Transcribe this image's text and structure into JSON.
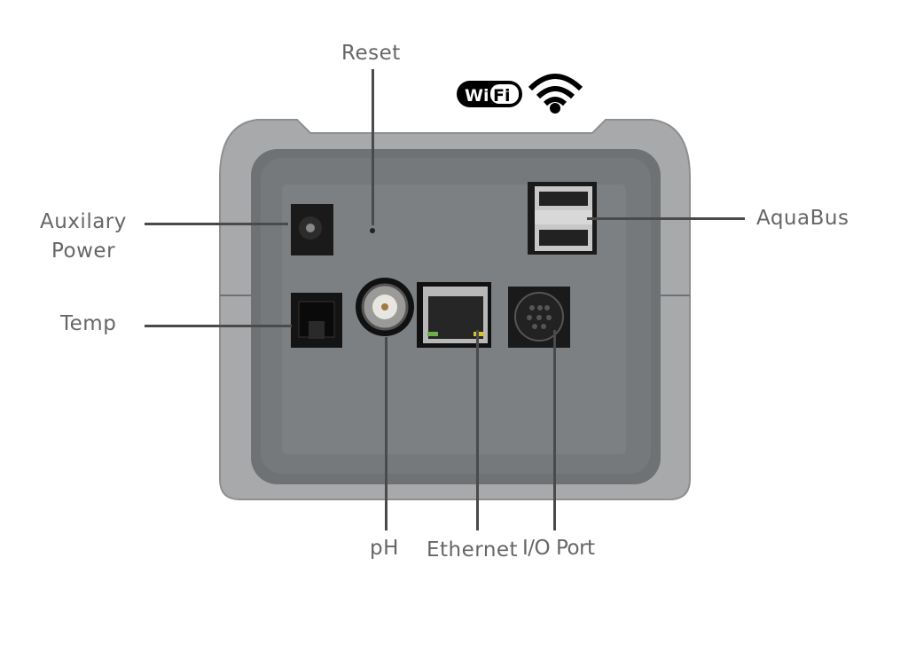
{
  "labels": {
    "reset": "Reset",
    "aux_power_line1": "Auxilary",
    "aux_power_line2": "Power",
    "temp": "Temp",
    "aquabus": "AquaBus",
    "ph": "pH",
    "ethernet": "Ethernet",
    "io_port": "I/O Port"
  },
  "wifi_logo": {
    "text_wi": "Wi",
    "text_fi": "Fi",
    "icon": "wifi-icon"
  },
  "colors": {
    "label": "#666666",
    "leader_line": "#4a4a4a",
    "housing": "#a9abad",
    "panel": "#7c7f82"
  }
}
